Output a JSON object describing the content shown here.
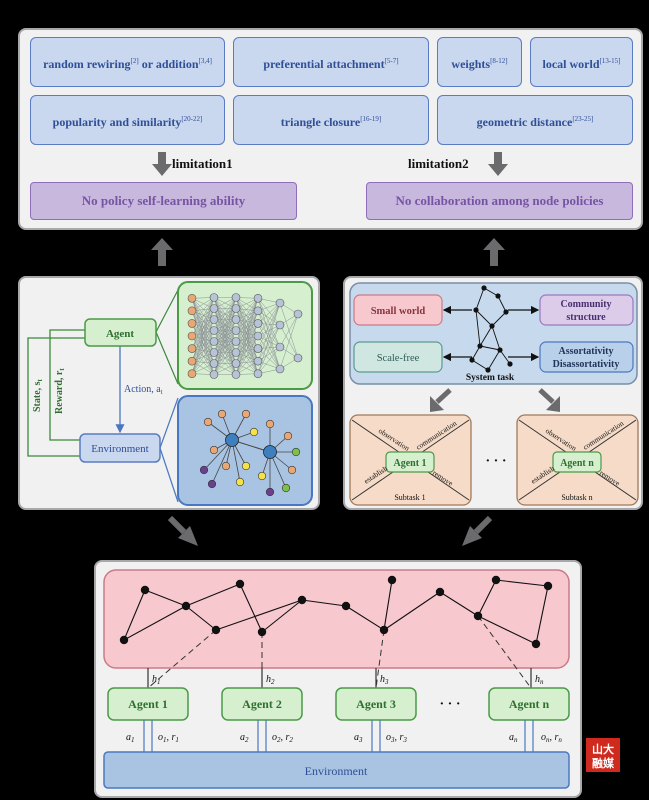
{
  "top_panel": {
    "methods": [
      {
        "text": "random rewiring",
        "sup": "[2]",
        "text2": " or addition",
        "sup2": "[3,4]"
      },
      {
        "text": "preferential attachment",
        "sup": "[5-7]"
      },
      {
        "text": "weights",
        "sup": "[8-12]"
      },
      {
        "text": "local world",
        "sup": "[13-15]"
      },
      {
        "text": "popularity and similarity",
        "sup": "[20-22]"
      },
      {
        "text": "triangle closure",
        "sup": "[16-19]"
      },
      {
        "text": "geometric distance",
        "sup": "[23-25]"
      }
    ],
    "limitation1": "limitation1",
    "limitation2": "limitation2",
    "limit1_box": "No policy self-learning ability",
    "limit2_box": "No collaboration among node policies"
  },
  "rl_panel": {
    "agent": "Agent",
    "environment": "Environment",
    "action": "Action, a",
    "action_sub": "t",
    "state": "State, s",
    "state_sub": "t",
    "reward": "Reward, r",
    "reward_sub": "t"
  },
  "task_panel": {
    "small_world": "Small world",
    "community_1": "Community",
    "community_2": "structure",
    "scale_free": "Scale-free",
    "assort_1": "Assortativity",
    "assort_2": "Disassortativity",
    "system_task": "System task",
    "sub1": {
      "agent": "Agent 1",
      "obs": "observation",
      "comm": "communication",
      "est": "establish",
      "rem": "remove",
      "sub": "Subtask 1"
    },
    "subn": {
      "agent": "Agent n",
      "obs": "observation",
      "comm": "communication",
      "est": "establish",
      "rem": "remove",
      "sub": "Subtask n"
    },
    "dots": "· · ·"
  },
  "bottom_panel": {
    "agents": [
      "Agent 1",
      "Agent 2",
      "Agent 3",
      "Agent n"
    ],
    "h_labels": [
      "h",
      "h",
      "h",
      "h"
    ],
    "h_subs": [
      "1",
      "2",
      "3",
      "n"
    ],
    "a_labels": [
      "a",
      "a",
      "a",
      "a"
    ],
    "a_subs": [
      "1",
      "2",
      "3",
      "n"
    ],
    "or_labels": [
      "o",
      "o",
      "o",
      "o"
    ],
    "or_subs": [
      "1",
      "2",
      "3",
      "n"
    ],
    "dots": "· · ·",
    "environment": "Environment"
  },
  "colors": {
    "blue_fill": "#c9d7ef",
    "blue_border": "#5a7cc2",
    "purple_fill": "#c9b8dd",
    "green_fill": "#d6efcf",
    "green_border": "#4a9a46",
    "pink_fill": "#f7c9cf",
    "env_fill": "#a9c4e2"
  },
  "logo": {
    "line1": "山大",
    "line2": "融媒"
  }
}
